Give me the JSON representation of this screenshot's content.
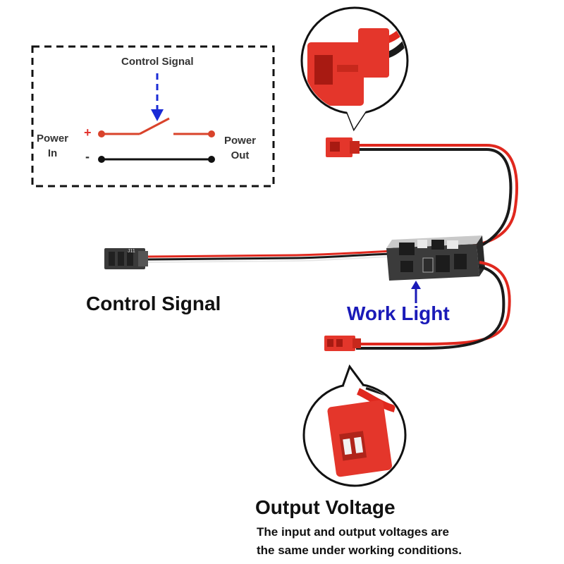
{
  "schematic": {
    "title": "Control Signal",
    "power_in_line1": "Power",
    "power_in_line2": "In",
    "power_out_line1": "Power",
    "power_out_line2": "Out",
    "plus_symbol": "+",
    "minus_symbol": "-"
  },
  "labels": {
    "control_signal": "Control Signal",
    "work_light": "Work Light",
    "output_voltage": "Output Voltage",
    "description_line1": "The input and output voltages are",
    "description_line2": "the same under working conditions."
  },
  "board": {
    "connector_marking": "J11"
  },
  "colors": {
    "wire_red": "#e0281e",
    "wire_black": "#1a1a1a",
    "accent_blue": "#1a1ab8",
    "connector_red": "#e4362b"
  },
  "icons": [
    "switch-symbol",
    "arrow-down-icon",
    "arrow-up-icon",
    "jst-connector",
    "servo-connector",
    "pcb-module"
  ]
}
